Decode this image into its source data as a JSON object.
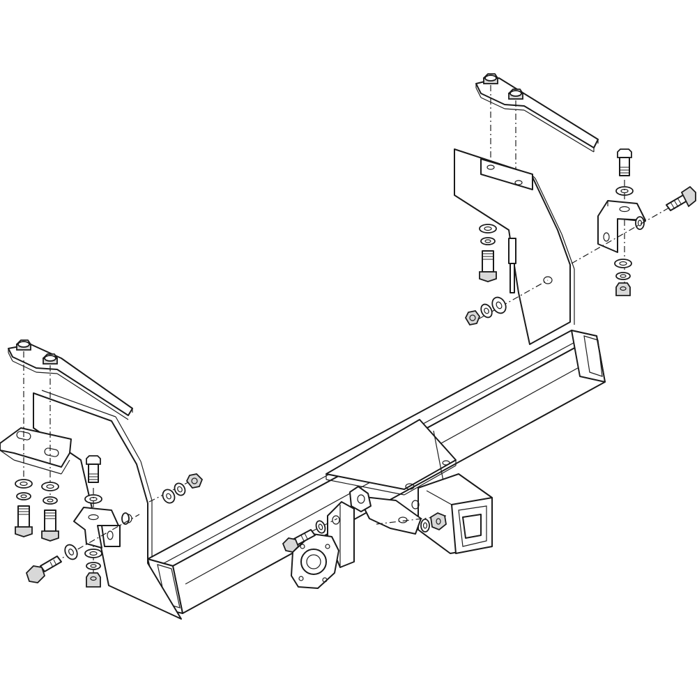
{
  "diagram": {
    "kind": "exploded-assembly-line-drawing",
    "line_color": "#1a1a1a",
    "background": "#ffffff",
    "parts": [
      "hitch-crossbar",
      "receiver-tube",
      "drawbar-plate",
      "left-mounting-bracket",
      "right-mounting-bracket",
      "left-clamp-strap",
      "right-clamp-strap",
      "left-angle-bracket",
      "right-angle-bracket",
      "socket-plate",
      "hex-bolts",
      "hex-nuts",
      "washers"
    ]
  }
}
